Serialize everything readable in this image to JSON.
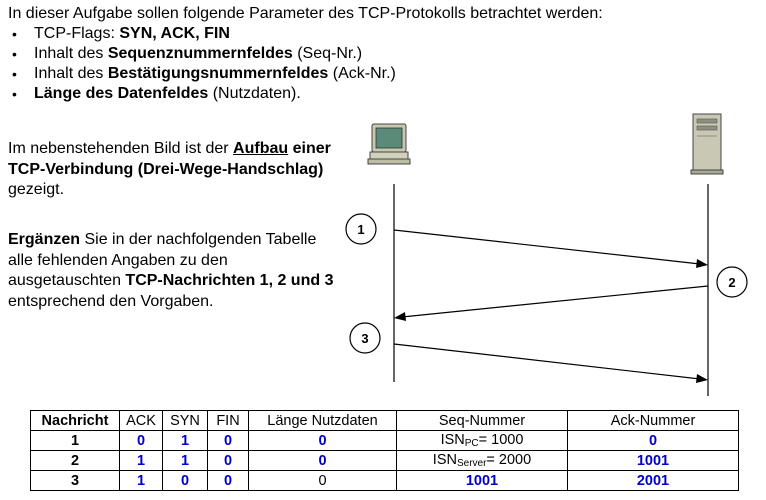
{
  "intro": {
    "heading": "In dieser Aufgabe sollen folgende Parameter des TCP-Protokolls betrachtet werden:",
    "items": [
      {
        "pre": "TCP-Flags: ",
        "bold": "SYN, ACK, FIN",
        "post": ""
      },
      {
        "pre": "Inhalt des ",
        "bold": "Sequenznummernfeldes",
        "post": " (Seq-Nr.)"
      },
      {
        "pre": "Inhalt des ",
        "bold": "Bestätigungsnummernfeldes",
        "post": " (Ack-Nr.)"
      },
      {
        "pre": "",
        "bold": "Länge des Datenfeldes",
        "post": " (Nutzdaten)."
      }
    ]
  },
  "desc1": {
    "t1": "Im nebenstehenden Bild ist der ",
    "t2": "Aufbau",
    "t3": "einer TCP-Verbindung (Drei-Wege-Handschlag)",
    "t4": " gezeigt."
  },
  "desc2": {
    "t1": "Ergänzen",
    "t2": " Sie in der nachfolgenden Tabelle alle fehlenden Angaben zu den ausgetauschten ",
    "t3": "TCP-Nachrichten 1, 2 und 3",
    "t4": " entsprechend den Vorgaben."
  },
  "diagram": {
    "markers": [
      "1",
      "2",
      "3"
    ]
  },
  "table": {
    "headers": [
      "Nachricht",
      "ACK",
      "SYN",
      "FIN",
      "Länge Nutzdaten",
      "Seq-Nummer",
      "Ack-Nummer"
    ],
    "rows": [
      {
        "nr": "1",
        "ack": "0",
        "syn": "1",
        "fin": "0",
        "len": "0",
        "seq_pre": "ISN",
        "seq_sub": "PC",
        "seq_post": "= 1000",
        "acknum": "0"
      },
      {
        "nr": "2",
        "ack": "1",
        "syn": "1",
        "fin": "0",
        "len": "0",
        "seq_pre": "ISN",
        "seq_sub": "Server",
        "seq_post": "= 2000",
        "acknum": "1001"
      },
      {
        "nr": "3",
        "ack": "1",
        "syn": "0",
        "fin": "0",
        "len": "0",
        "seq": "1001",
        "acknum": "2001"
      }
    ]
  }
}
